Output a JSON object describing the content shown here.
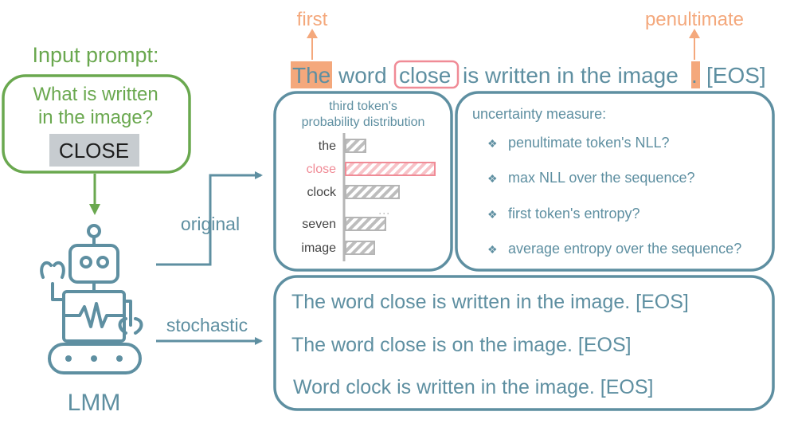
{
  "colors": {
    "slate": "#5e8fa1",
    "green": "#6aa84f",
    "orange": "#f4a87c",
    "pink": "#f08b96",
    "gray": "#b5b5b5"
  },
  "top_labels": {
    "first": "first",
    "penultimate": "penultimate"
  },
  "sentence_tokens": [
    "The",
    "word",
    "close",
    "is written in the image",
    ".",
    "[EOS]"
  ],
  "prompt": {
    "title": "Input prompt:",
    "question_line1": "What is written",
    "question_line2": "in the image?",
    "image_text": "CLOSE"
  },
  "model_label": "LMM",
  "branch_labels": {
    "original": "original",
    "stochastic": "stochastic"
  },
  "distribution_panel": {
    "title_line1": "third token's",
    "title_line2": "probability distribution",
    "tokens": [
      "the",
      "close",
      "clock",
      "seven",
      "image"
    ],
    "probabilities": [
      0.22,
      1.0,
      0.6,
      0.45,
      0.32
    ]
  },
  "uncertainty_panel": {
    "title": "uncertainty measure:",
    "bullet_icon": "diamond-bullet-icon",
    "items": [
      "penultimate token's NLL?",
      "max NLL over the sequence?",
      "first token's entropy?",
      "average entropy over the sequence?"
    ]
  },
  "stochastic_outputs": [
    "The word close is written in the image. [EOS]",
    "The word close is on the image. [EOS]",
    "Word clock is written in the image. [EOS]"
  ]
}
